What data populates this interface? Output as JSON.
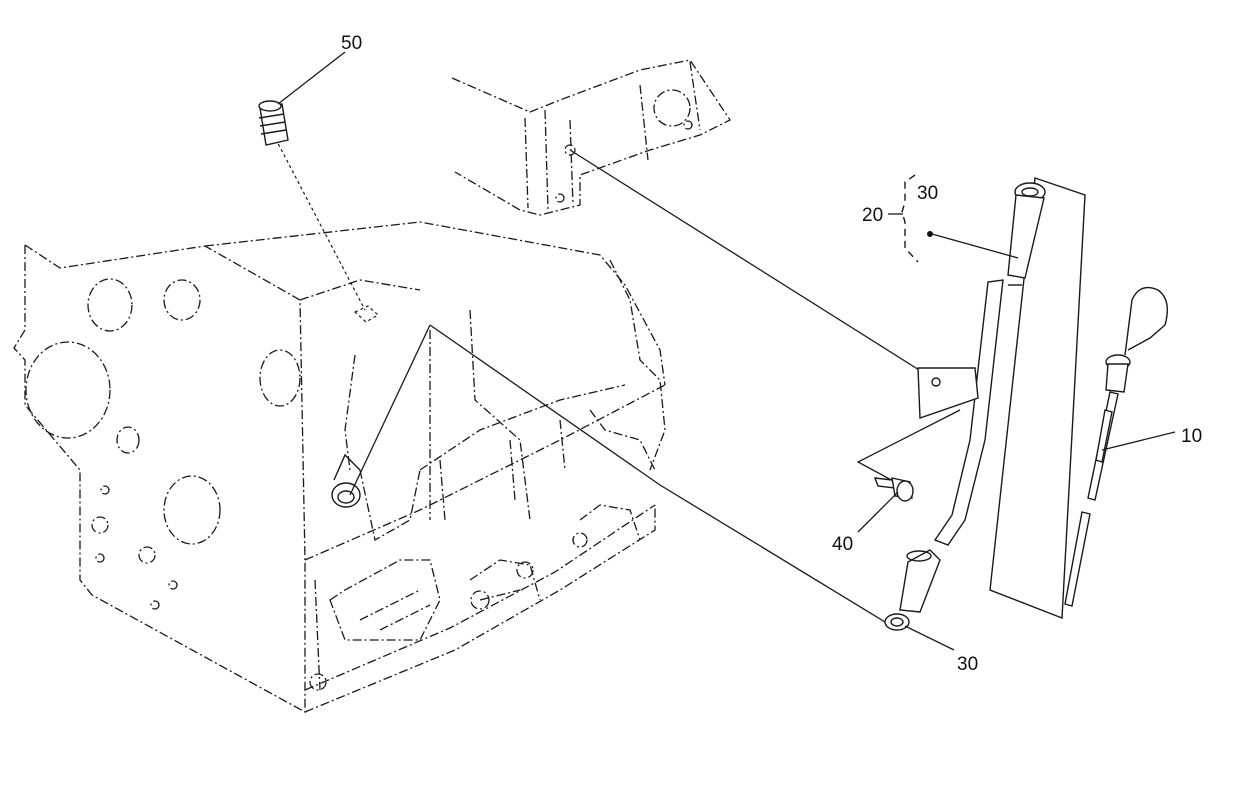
{
  "callouts": {
    "c10": "10",
    "c20": "20",
    "c30_top": "30",
    "c30_bottom": "30",
    "c40": "40",
    "c50": "50"
  },
  "colors": {
    "line": "#1a1a1a",
    "background": "#ffffff"
  }
}
